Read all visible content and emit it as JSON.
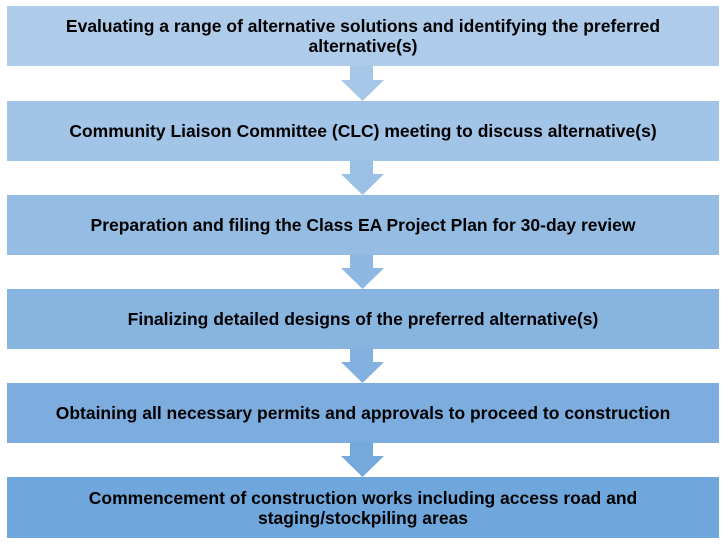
{
  "steps": [
    {
      "label": "Evaluating a range of alternative solutions and identifying the preferred alternative(s)",
      "color": "#aecbea"
    },
    {
      "label": "Community Liaison Committee (CLC) meeting to discuss alternative(s)",
      "color": "#a2c4e7"
    },
    {
      "label": "Preparation and filing the Class EA Project Plan for 30-day review",
      "color": "#95bce3"
    },
    {
      "label": "Finalizing detailed designs of the preferred alternative(s)",
      "color": "#88b4e0"
    },
    {
      "label": "Obtaining all necessary permits and approvals to proceed to construction",
      "color": "#7cadde"
    },
    {
      "label": "Commencement of construction works including access road and staging/stockpiling areas",
      "color": "#6fa6dc"
    }
  ]
}
